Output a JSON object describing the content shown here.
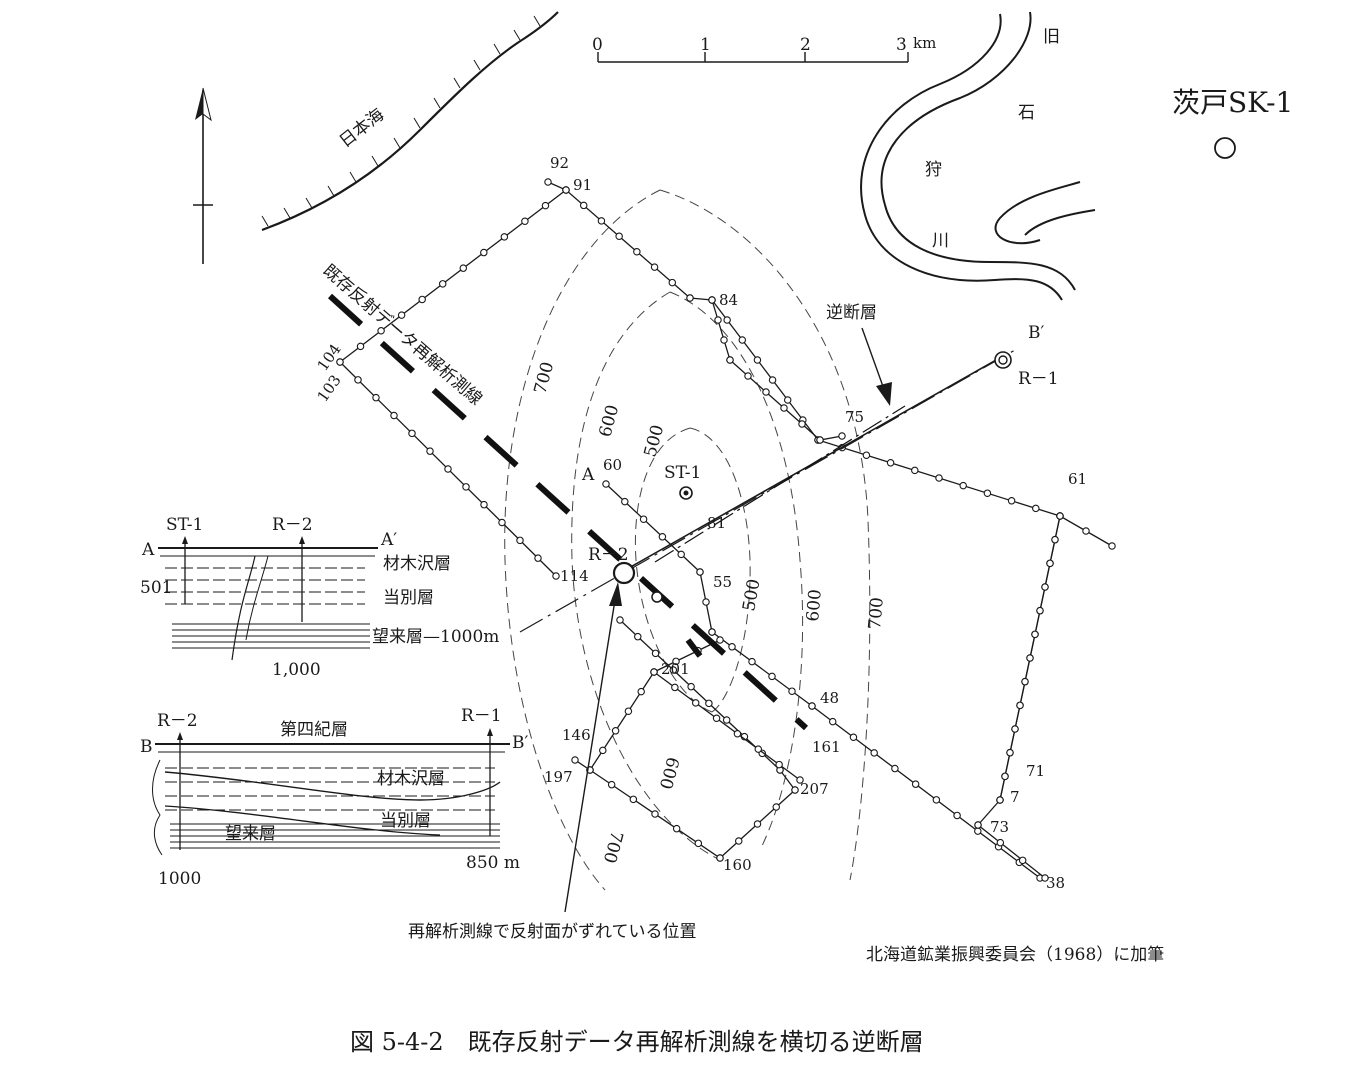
{
  "scale_bar": {
    "ticks": [
      "0",
      "1",
      "2",
      "3"
    ],
    "unit": "km"
  },
  "labels": {
    "sea": "日本海",
    "river": [
      "旧",
      "石",
      "狩",
      "川"
    ],
    "well_sk1": "茨戸SK-1",
    "reprocess_line": "既存反射データ再解析測線",
    "fault": "逆断層",
    "point_b_prime": "B′",
    "r1": "R－1",
    "r2": "R－2",
    "st1": "ST-1",
    "a": "A",
    "offset_note": "再解析測線で反射面がずれている位置",
    "source": "北海道鉱業振興委員会（1968）に加筆",
    "caption": "図 5-4-2　既存反射データ再解析測線を横切る逆断層"
  },
  "station_numbers": [
    "92",
    "91",
    "84",
    "104",
    "103",
    "75",
    "61",
    "60",
    "81",
    "55",
    "114",
    "48",
    "161",
    "146",
    "197",
    "201",
    "207",
    "160",
    "71",
    "7",
    "73",
    "38"
  ],
  "contour_values": [
    "700",
    "600",
    "500",
    "500",
    "600",
    "700",
    "600",
    "700"
  ],
  "section_a": {
    "left_top": "ST-1",
    "right_top": "R－2",
    "left_end": "A",
    "right_end": "A′",
    "depth_left": "501",
    "depth_bottom": "1,000",
    "layers": [
      "材木沢層",
      "当別層",
      "望来層—1000m"
    ]
  },
  "section_b": {
    "left_top": "R－2",
    "right_top": "R－1",
    "left_end": "B",
    "right_end": "B′",
    "top_layer": "第四紀層",
    "layers": [
      "材木沢層",
      "当別層",
      "望来層"
    ],
    "depth_right": "850 m",
    "depth_bottom": "1000"
  }
}
